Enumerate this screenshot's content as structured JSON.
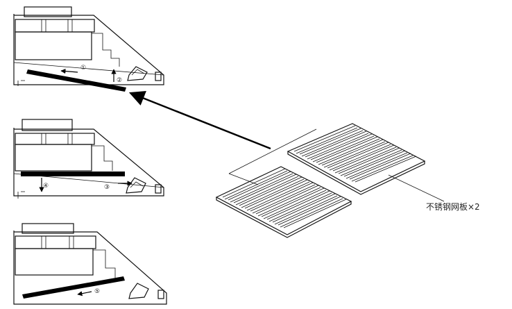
{
  "step_labels": {
    "s1": "①",
    "s2": "②",
    "s3": "③",
    "s4": "④",
    "s5": "⑤"
  },
  "part_label": "不锈钢网板×2",
  "icons": [
    "arrow-icon"
  ]
}
